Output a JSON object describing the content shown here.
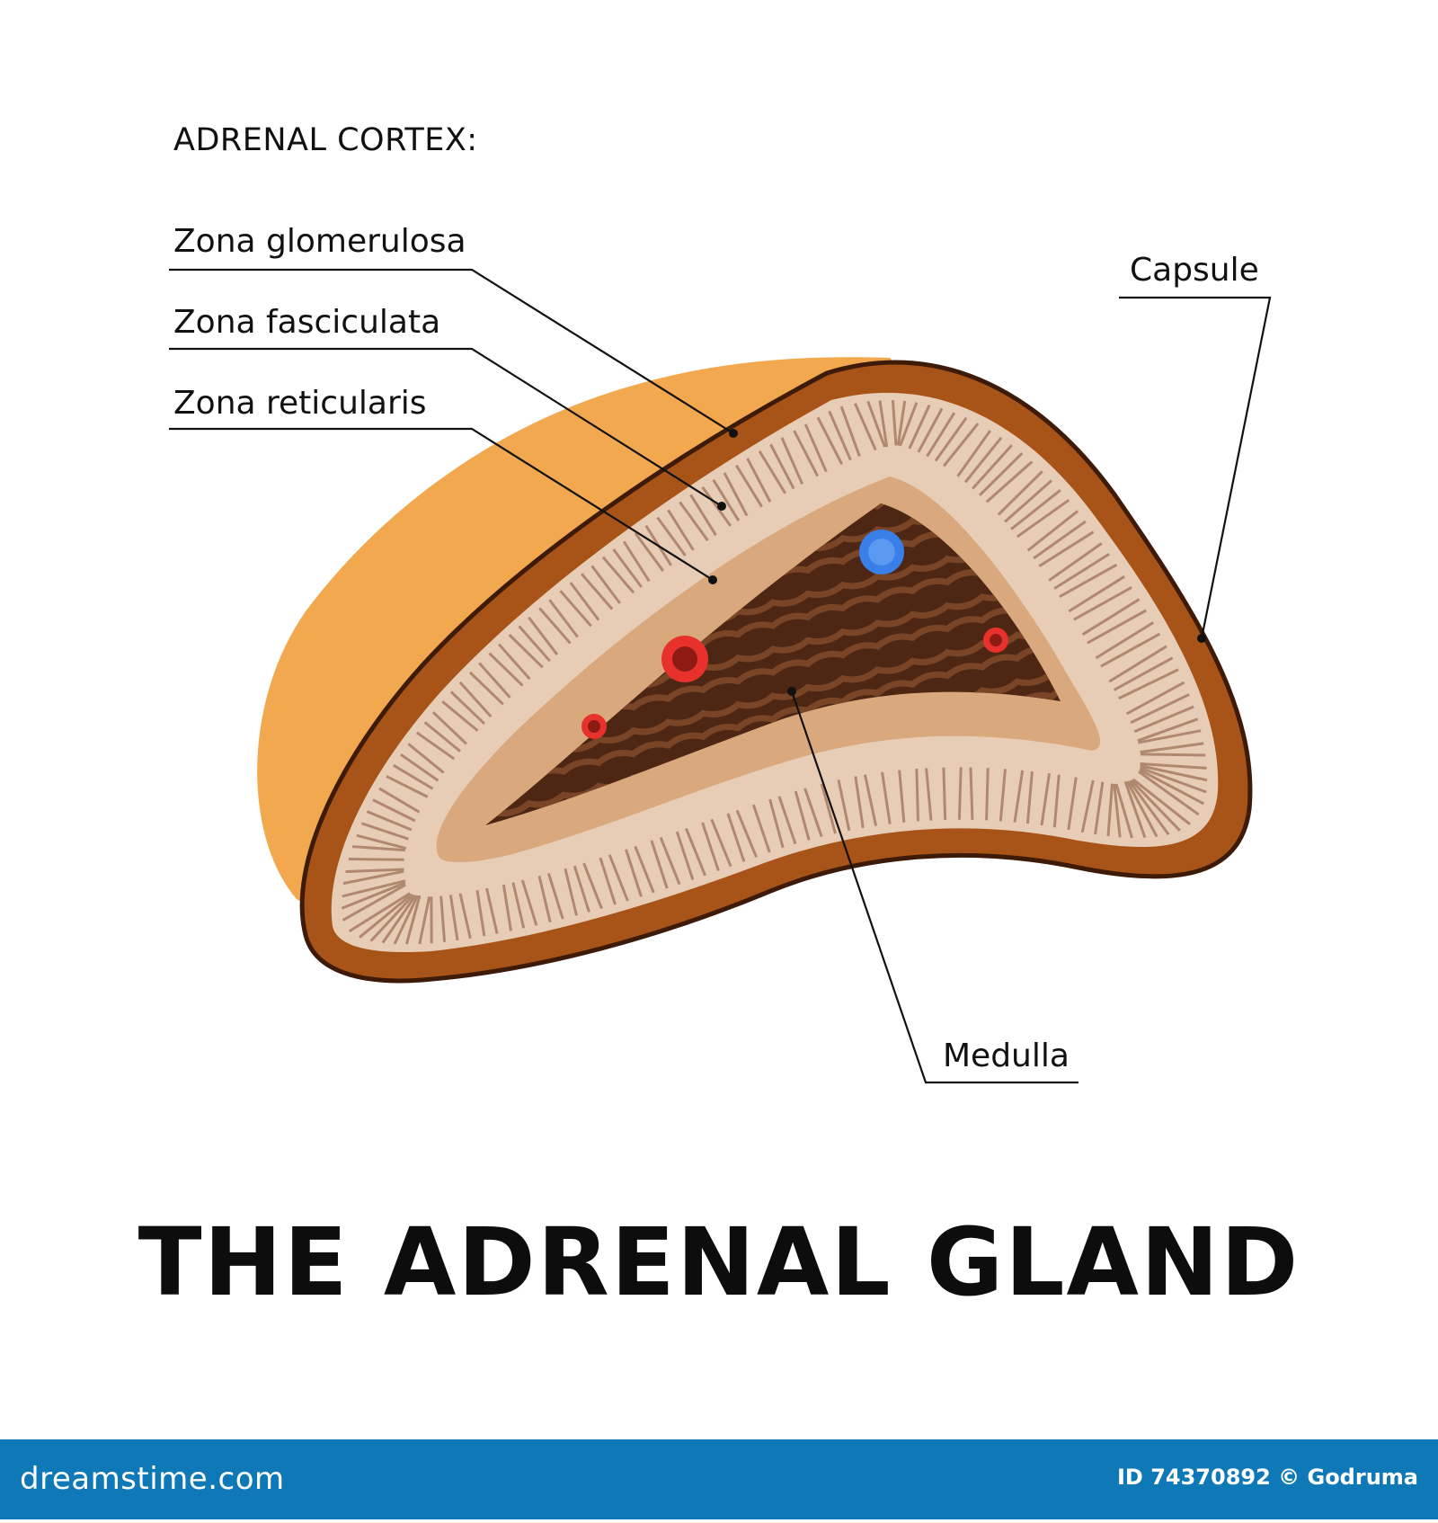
{
  "section_title": "ADRENAL CORTEX:",
  "labels": {
    "zona_glomerulosa": "Zona glomerulosa",
    "zona_fasciculata": "Zona fasciculata",
    "zona_reticularis": "Zona reticularis",
    "capsule": "Capsule",
    "medulla": "Medulla"
  },
  "title": "THE ADRENAL GLAND",
  "footer": {
    "brand": "dreamstime.com",
    "id_text": "ID 74370892 © Godruma"
  },
  "colors": {
    "outer_fat": "#f2a84e",
    "capsule": "#a85418",
    "cortex": "#e8cdb6",
    "cortex_stripes": "#b08870",
    "reticularis": "#d9a97d",
    "medulla": "#4d2714",
    "medulla_waves": "#7a4526",
    "artery_red": "#e8312b",
    "vein_blue": "#3a7ee8",
    "footer_bg": "#0f79b8"
  },
  "vessels": [
    "red-vessel-large",
    "red-vessel-small",
    "red-vessel-right",
    "blue-vessel"
  ]
}
